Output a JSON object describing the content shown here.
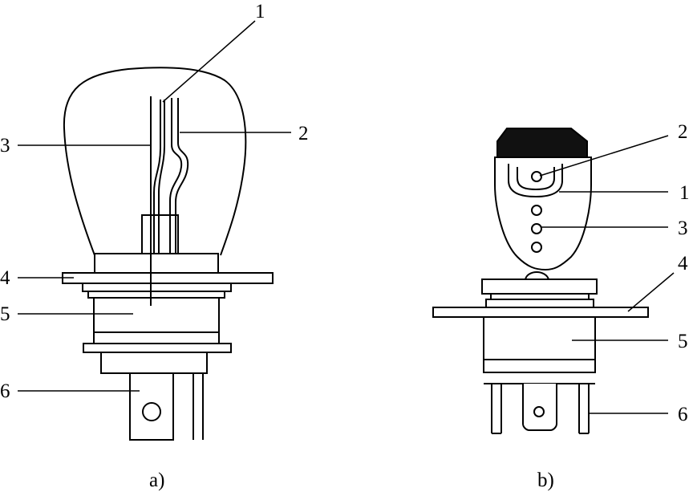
{
  "figure_a": {
    "caption": "a)",
    "labels": [
      "1",
      "2",
      "3",
      "4",
      "5",
      "6"
    ]
  },
  "figure_b": {
    "caption": "b)",
    "labels": [
      "2",
      "1",
      "3",
      "4",
      "5",
      "6"
    ]
  },
  "colors": {
    "stroke": "#000000",
    "background": "#ffffff",
    "cap_fill": "#111111"
  }
}
